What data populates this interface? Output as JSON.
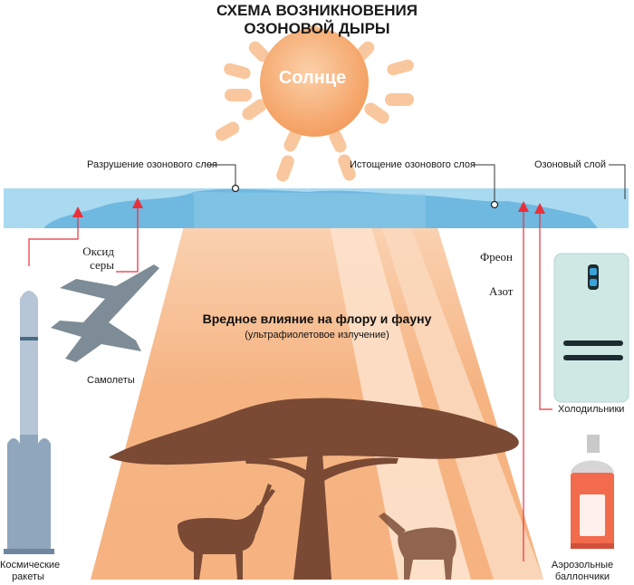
{
  "title": {
    "line1": "СХЕМА ВОЗНИКНОВЕНИЯ",
    "line2": "ОЗОНОВОЙ ДЫРЫ"
  },
  "sun": {
    "label": "Солнце"
  },
  "ozone": {
    "destruction": "Разрушение озонового слоя",
    "depletion": "Истощение озонового слоя",
    "layer": "Озоновый слой"
  },
  "effect": {
    "headline": "Вредное влияние на флору и фауну",
    "subtitle": "(ультрафиолетовое излучение)"
  },
  "sources": {
    "sulfur_oxide_line1": "Оксид",
    "sulfur_oxide_line2": "серы",
    "planes": "Самолеты",
    "rockets_line1": "Космические",
    "rockets_line2": "ракеты",
    "freon": "Фреон",
    "nitrogen": "Азот",
    "fridges": "Холодильники",
    "aerosols_line1": "Аэрозольные",
    "aerosols_line2": "баллончики"
  },
  "colors": {
    "ozone_fill": "#a9daf0",
    "ozone_edge": "#6fb8e0",
    "sun_fill": "#f7b27b",
    "ray_fill": "#f9c79d",
    "beam_fill": "#f4b27e",
    "silhouette": "#7a4a35",
    "arrow": "#e8303b",
    "rocket": "#8fa6bd",
    "plane": "#7d8c96",
    "fridge": "#cfe8e4",
    "aerosol": "#f26b4c"
  }
}
